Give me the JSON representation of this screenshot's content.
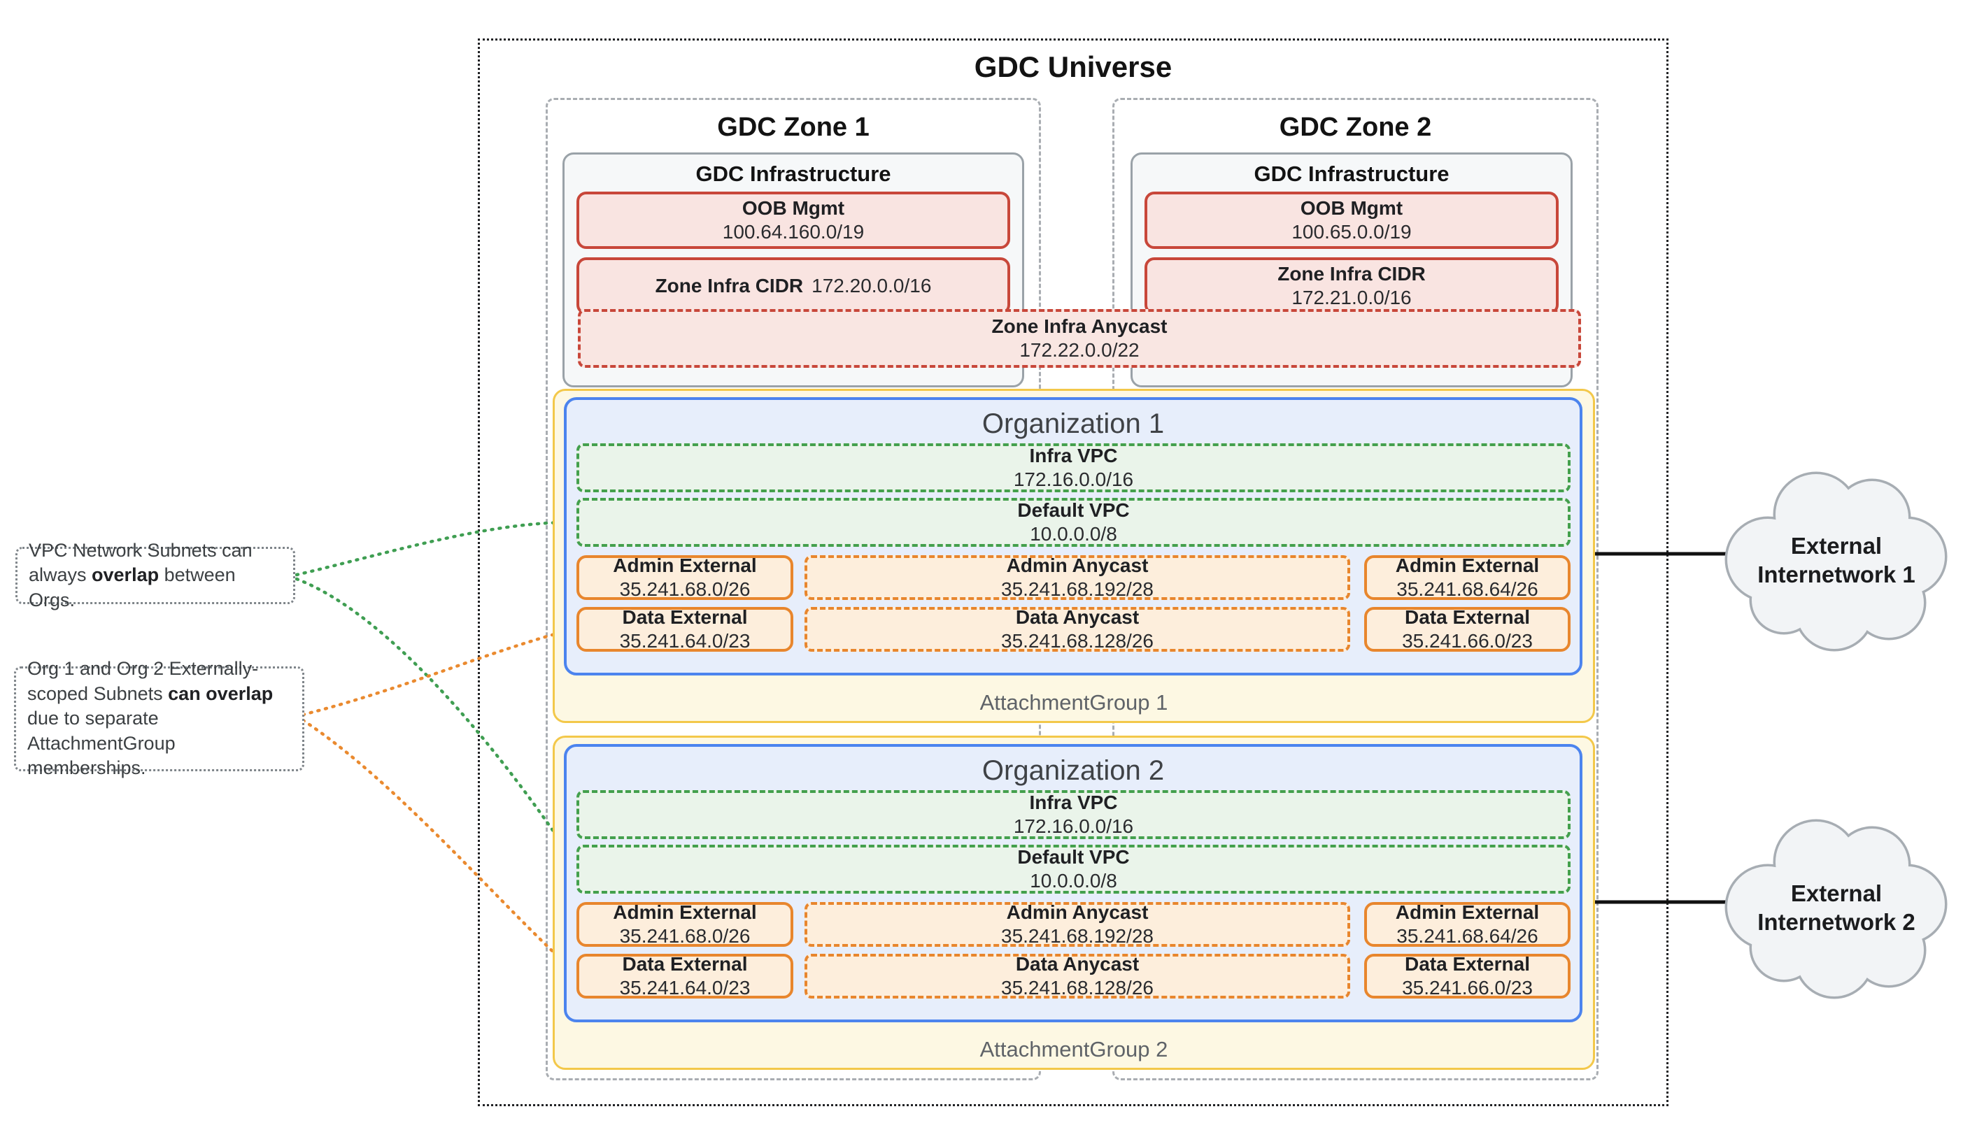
{
  "universe": {
    "title": "GDC Universe"
  },
  "zones": [
    {
      "title": "GDC Zone 1",
      "infrastructure": {
        "title": "GDC Infrastructure",
        "oob_mgmt": {
          "label": "OOB Mgmt",
          "cidr": "100.64.160.0/19"
        },
        "zone_infra_cidr": {
          "label": "Zone Infra CIDR",
          "cidr": "172.20.0.0/16"
        }
      }
    },
    {
      "title": "GDC Zone 2",
      "infrastructure": {
        "title": "GDC Infrastructure",
        "oob_mgmt": {
          "label": "OOB Mgmt",
          "cidr": "100.65.0.0/19"
        },
        "zone_infra_cidr": {
          "label": "Zone Infra CIDR",
          "cidr": "172.21.0.0/16"
        }
      }
    }
  ],
  "zone_infra_anycast": {
    "label": "Zone Infra Anycast",
    "cidr": "172.22.0.0/22"
  },
  "attachment_groups": [
    {
      "label": "AttachmentGroup 1",
      "organization": {
        "title": "Organization 1",
        "infra_vpc": {
          "label": "Infra VPC",
          "cidr": "172.16.0.0/16"
        },
        "default_vpc": {
          "label": "Default VPC",
          "cidr": "10.0.0.0/8"
        },
        "subnet_rows": [
          [
            {
              "label": "Admin External",
              "cidr": "35.241.68.0/26",
              "style": "solid"
            },
            {
              "label": "Admin Anycast",
              "cidr": "35.241.68.192/28",
              "style": "dashed"
            },
            {
              "label": "Admin External",
              "cidr": "35.241.68.64/26",
              "style": "solid"
            }
          ],
          [
            {
              "label": "Data External",
              "cidr": "35.241.64.0/23",
              "style": "solid"
            },
            {
              "label": "Data Anycast",
              "cidr": "35.241.68.128/26",
              "style": "dashed"
            },
            {
              "label": "Data External",
              "cidr": "35.241.66.0/23",
              "style": "solid"
            }
          ]
        ]
      }
    },
    {
      "label": "AttachmentGroup 2",
      "organization": {
        "title": "Organization 2",
        "infra_vpc": {
          "label": "Infra VPC",
          "cidr": "172.16.0.0/16"
        },
        "default_vpc": {
          "label": "Default VPC",
          "cidr": "10.0.0.0/8"
        },
        "subnet_rows": [
          [
            {
              "label": "Admin External",
              "cidr": "35.241.68.0/26",
              "style": "solid"
            },
            {
              "label": "Admin Anycast",
              "cidr": "35.241.68.192/28",
              "style": "dashed"
            },
            {
              "label": "Admin External",
              "cidr": "35.241.68.64/26",
              "style": "solid"
            }
          ],
          [
            {
              "label": "Data External",
              "cidr": "35.241.64.0/23",
              "style": "solid"
            },
            {
              "label": "Data Anycast",
              "cidr": "35.241.68.128/26",
              "style": "dashed"
            },
            {
              "label": "Data External",
              "cidr": "35.241.66.0/23",
              "style": "solid"
            }
          ]
        ]
      }
    }
  ],
  "external_networks": [
    {
      "label": "External Internetwork 1"
    },
    {
      "label": "External Internetwork 2"
    }
  ],
  "notes": [
    {
      "segments": [
        {
          "text": "VPC Network Subnets can always ",
          "bold": false
        },
        {
          "text": "overlap",
          "bold": true
        },
        {
          "text": " between Orgs.",
          "bold": false
        }
      ]
    },
    {
      "segments": [
        {
          "text": "Org 1 and Org 2 Externally-scoped Subnets ",
          "bold": false
        },
        {
          "text": "can overlap",
          "bold": true
        },
        {
          "text": " due to separate AttachmentGroup memberships.",
          "bold": false
        }
      ]
    }
  ],
  "colors": {
    "red_border": "#c8473a",
    "red_fill": "#f9e4e1",
    "green_border": "#44a04d",
    "green_fill": "#eaf4ea",
    "orange_border": "#e8862d",
    "orange_fill": "#fdeedc",
    "blue_border": "#4c84ee",
    "blue_fill": "#e7eefb",
    "yellow_border": "#f3c84a",
    "yellow_fill": "#fdf8e3",
    "zone_border": "#a9adb2",
    "infra_fill": "#f6f8f9",
    "cloud_border": "#a7adb3",
    "cloud_fill": "#f2f4f6",
    "note_border": "#7f858a",
    "text_dark": "#202124",
    "text_gray": "#5f6368"
  }
}
